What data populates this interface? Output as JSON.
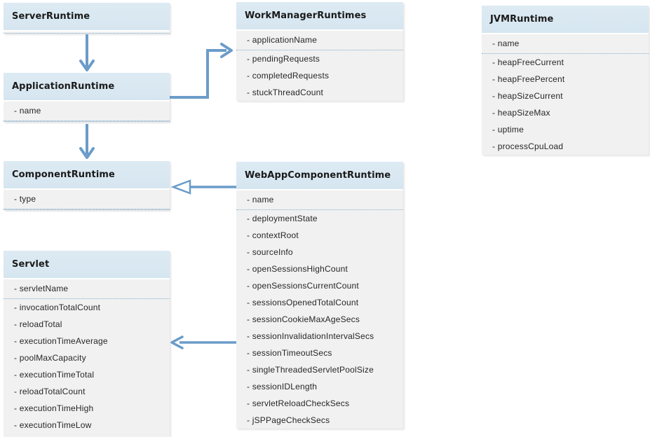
{
  "colors": {
    "canvas_bg": "#ffffff",
    "header_bg": "#d6e6f0",
    "header_bg_top": "#ddeaf3",
    "body_bg": "#f1f1f1",
    "divider": "#85aecb",
    "header_text": "#1a1a1a",
    "attr_text": "#262626",
    "arrow": "#6b9cc9"
  },
  "classes": {
    "server_runtime": {
      "title": "ServerRuntime",
      "attributes": []
    },
    "application_runtime": {
      "title": "ApplicationRuntime",
      "attributes": [
        "- name"
      ]
    },
    "component_runtime": {
      "title": "ComponentRuntime",
      "attributes": [
        "- type"
      ]
    },
    "servlet": {
      "title": "Servlet",
      "attributes": [
        "- servletName",
        "- invocationTotalCount",
        "- reloadTotal",
        "- executionTimeAverage",
        "- poolMaxCapacity",
        "- executionTimeTotal",
        "- reloadTotalCount",
        "- executionTimeHigh",
        "- executionTimeLow"
      ]
    },
    "work_manager_runtimes": {
      "title": "WorkManagerRuntimes",
      "attributes": [
        "- applicationName",
        "- pendingRequests",
        "- completedRequests",
        "- stuckThreadCount"
      ]
    },
    "web_app_component_runtime": {
      "title": "WebAppComponentRuntime",
      "attributes": [
        "- name",
        "- deploymentState",
        "- contextRoot",
        "- sourceInfo",
        "- openSessionsHighCount",
        "- openSessionsCurrentCount",
        "- sessionsOpenedTotalCount",
        "- sessionCookieMaxAgeSecs",
        "- sessionInvalidationIntervalSecs",
        "- sessionTimeoutSecs",
        "- singleThreadedServletPoolSize",
        "- sessionIDLength",
        "- servletReloadCheckSecs",
        "- jSPPageCheckSecs"
      ]
    },
    "jvm_runtime": {
      "title": "JVMRuntime",
      "attributes": [
        "- name",
        "- heapFreeCurrent",
        "- heapFreePercent",
        "- heapSizeCurrent",
        "- heapSizeMax",
        "- uptime",
        "- processCpuLoad"
      ]
    }
  },
  "relationships": [
    {
      "from": "ServerRuntime",
      "to": "ApplicationRuntime",
      "type": "arrow"
    },
    {
      "from": "ApplicationRuntime",
      "to": "WorkManagerRuntimes",
      "type": "elbow-arrow"
    },
    {
      "from": "ApplicationRuntime",
      "to": "ComponentRuntime",
      "type": "arrow"
    },
    {
      "from": "WebAppComponentRuntime",
      "to": "ComponentRuntime",
      "type": "generalization"
    },
    {
      "from": "WebAppComponentRuntime",
      "to": "Servlet",
      "type": "arrow"
    }
  ]
}
